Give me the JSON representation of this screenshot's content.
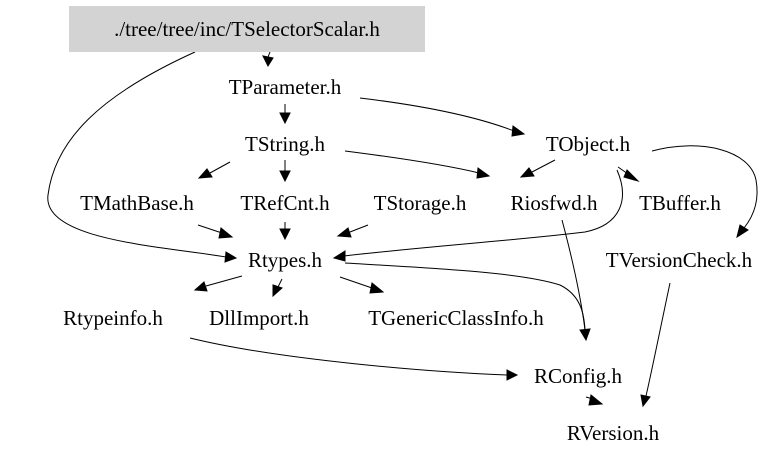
{
  "colors": {
    "background": "#ffffff",
    "root_fill": "#d3d3d3",
    "line": "#000000",
    "text": "#000000"
  },
  "nodes": {
    "root": "./tree/tree/inc/TSelectorScalar.h",
    "tparameter": "TParameter.h",
    "tstring": "TString.h",
    "tobject": "TObject.h",
    "tmathbase": "TMathBase.h",
    "trefcnt": "TRefCnt.h",
    "tstorage": "TStorage.h",
    "riosfwd": "Riosfwd.h",
    "tbuffer": "TBuffer.h",
    "rtypes": "Rtypes.h",
    "tversioncheck": "TVersionCheck.h",
    "rtypeinfo": "Rtypeinfo.h",
    "dllimport": "DllImport.h",
    "tgenericclassinfo": "TGenericClassInfo.h",
    "rconfig": "RConfig.h",
    "rversion": "RVersion.h"
  },
  "edges": [
    {
      "from": "root",
      "to": "tparameter"
    },
    {
      "from": "root",
      "to": "rtypes"
    },
    {
      "from": "tparameter",
      "to": "tstring"
    },
    {
      "from": "tparameter",
      "to": "tobject"
    },
    {
      "from": "tstring",
      "to": "tmathbase"
    },
    {
      "from": "tstring",
      "to": "trefcnt"
    },
    {
      "from": "tstring",
      "to": "riosfwd"
    },
    {
      "from": "tobject",
      "to": "riosfwd"
    },
    {
      "from": "tobject",
      "to": "tbuffer"
    },
    {
      "from": "tobject",
      "to": "tversioncheck"
    },
    {
      "from": "tobject",
      "to": "rtypes"
    },
    {
      "from": "tmathbase",
      "to": "rtypes"
    },
    {
      "from": "trefcnt",
      "to": "rtypes"
    },
    {
      "from": "tstorage",
      "to": "rtypes"
    },
    {
      "from": "riosfwd",
      "to": "rconfig"
    },
    {
      "from": "rtypes",
      "to": "rtypeinfo"
    },
    {
      "from": "rtypes",
      "to": "dllimport"
    },
    {
      "from": "rtypes",
      "to": "tgenericclassinfo"
    },
    {
      "from": "rtypes",
      "to": "rconfig"
    },
    {
      "from": "rtypeinfo",
      "to": "rconfig"
    },
    {
      "from": "tversioncheck",
      "to": "rversion"
    },
    {
      "from": "rconfig",
      "to": "rversion"
    }
  ]
}
